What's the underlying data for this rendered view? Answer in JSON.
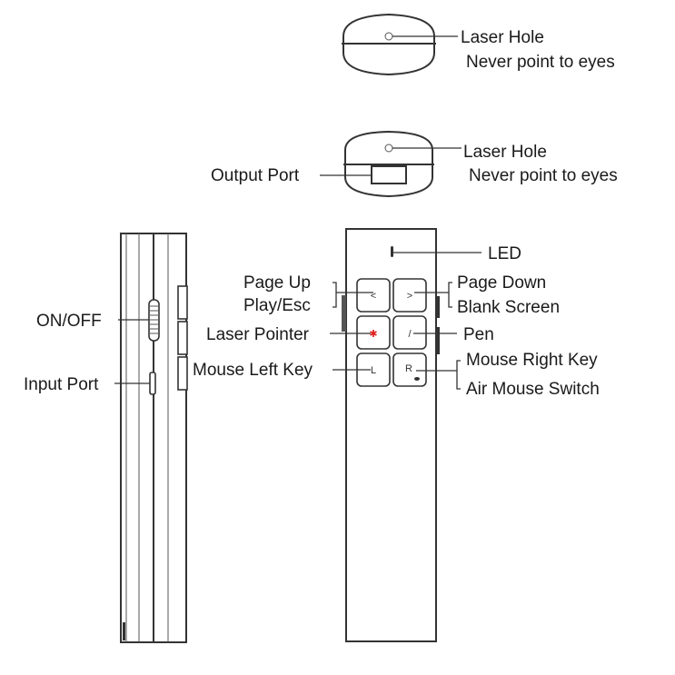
{
  "top_view": {
    "laser_hole_label": "Laser Hole",
    "warning": "Never point to eyes"
  },
  "bottom_view": {
    "laser_hole_label": "Laser Hole",
    "warning": "Never point to eyes",
    "output_port_label": "Output Port"
  },
  "side_view": {
    "on_off_label": "ON/OFF",
    "input_port_label": "Input Port"
  },
  "front_view": {
    "led_label": "LED",
    "page_up_label": "Page Up",
    "play_esc_label": "Play/Esc",
    "laser_pointer_label": "Laser Pointer",
    "mouse_left_label": "Mouse Left Key",
    "page_down_label": "Page Down",
    "blank_screen_label": "Blank Screen",
    "pen_label": "Pen",
    "mouse_right_label": "Mouse Right Key",
    "air_mouse_label": "Air Mouse Switch",
    "keys": {
      "prev": "<",
      "next": ">",
      "laser": "✱",
      "pen": "/",
      "left": "L",
      "right": "R"
    },
    "laser_color": "#e02020"
  }
}
